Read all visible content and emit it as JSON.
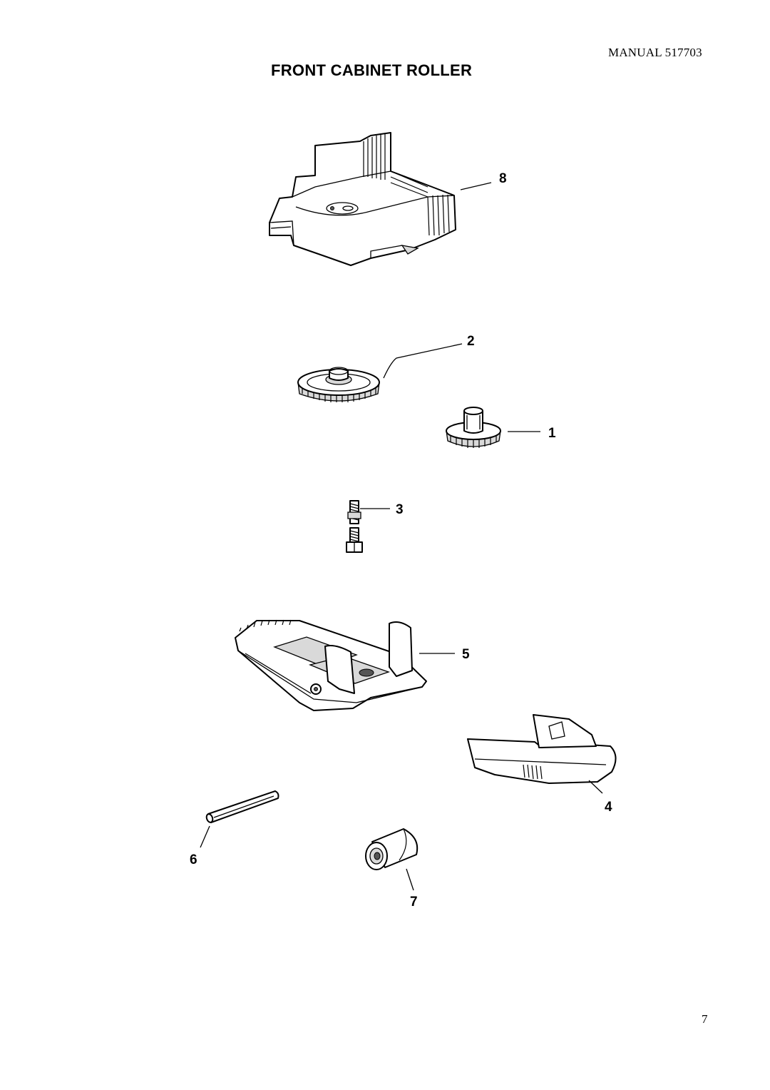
{
  "header": {
    "manual_ref": "MANUAL 517703",
    "title": "FRONT CABINET ROLLER"
  },
  "footer": {
    "page_number": "7"
  },
  "diagram": {
    "callouts": [
      "8",
      "2",
      "1",
      "3",
      "5",
      "4",
      "6",
      "7"
    ]
  }
}
